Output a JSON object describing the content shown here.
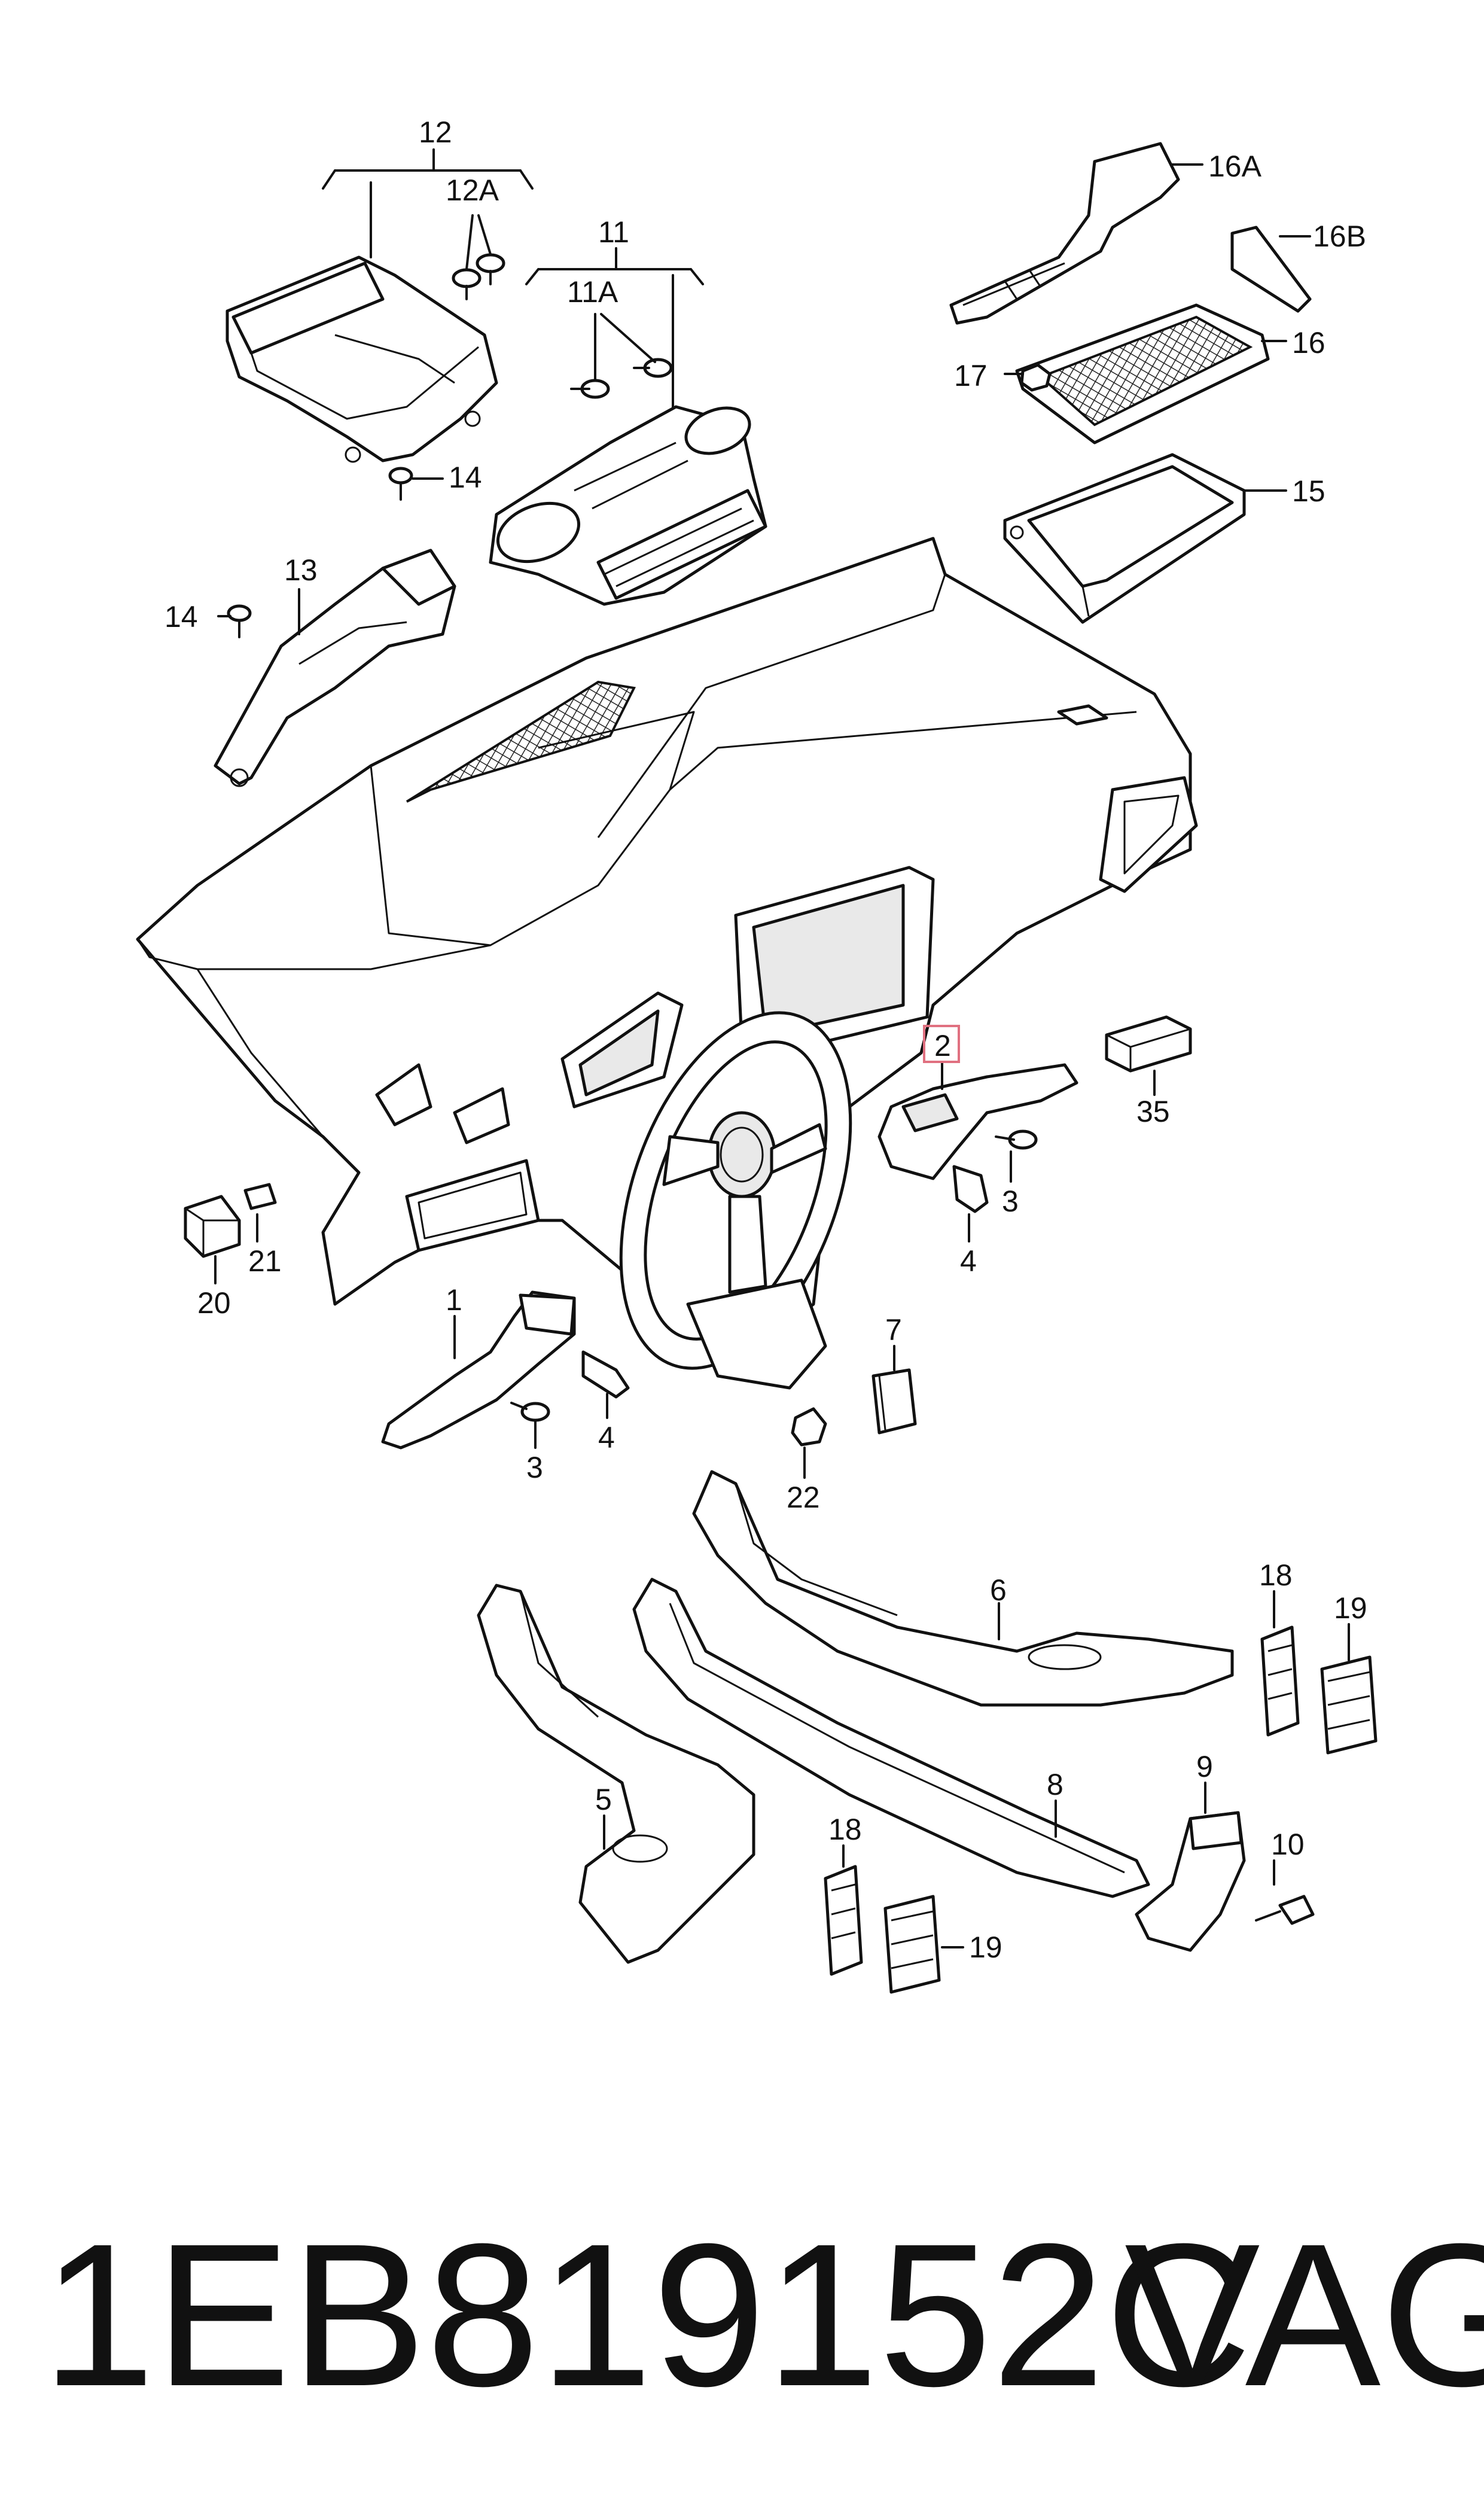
{
  "labels": {
    "l1": "1",
    "l2": "2",
    "l3a": "3",
    "l3b": "3",
    "l4a": "4",
    "l4b": "4",
    "l5": "5",
    "l6": "6",
    "l7": "7",
    "l8": "8",
    "l9": "9",
    "l10": "10",
    "l11": "11",
    "l11A": "11A",
    "l12": "12",
    "l12A": "12A",
    "l13": "13",
    "l14a": "14",
    "l14b": "14",
    "l15": "15",
    "l16": "16",
    "l16A": "16A",
    "l16B": "16B",
    "l17": "17",
    "l18a": "18",
    "l18b": "18",
    "l19a": "19",
    "l19b": "19",
    "l20": "20",
    "l21": "21",
    "l22": "22",
    "l35": "35"
  },
  "footer": {
    "part_number": "1EB819152C",
    "brand": "VAG"
  },
  "colors": {
    "line": "#111111",
    "highlight": "#e07080"
  }
}
